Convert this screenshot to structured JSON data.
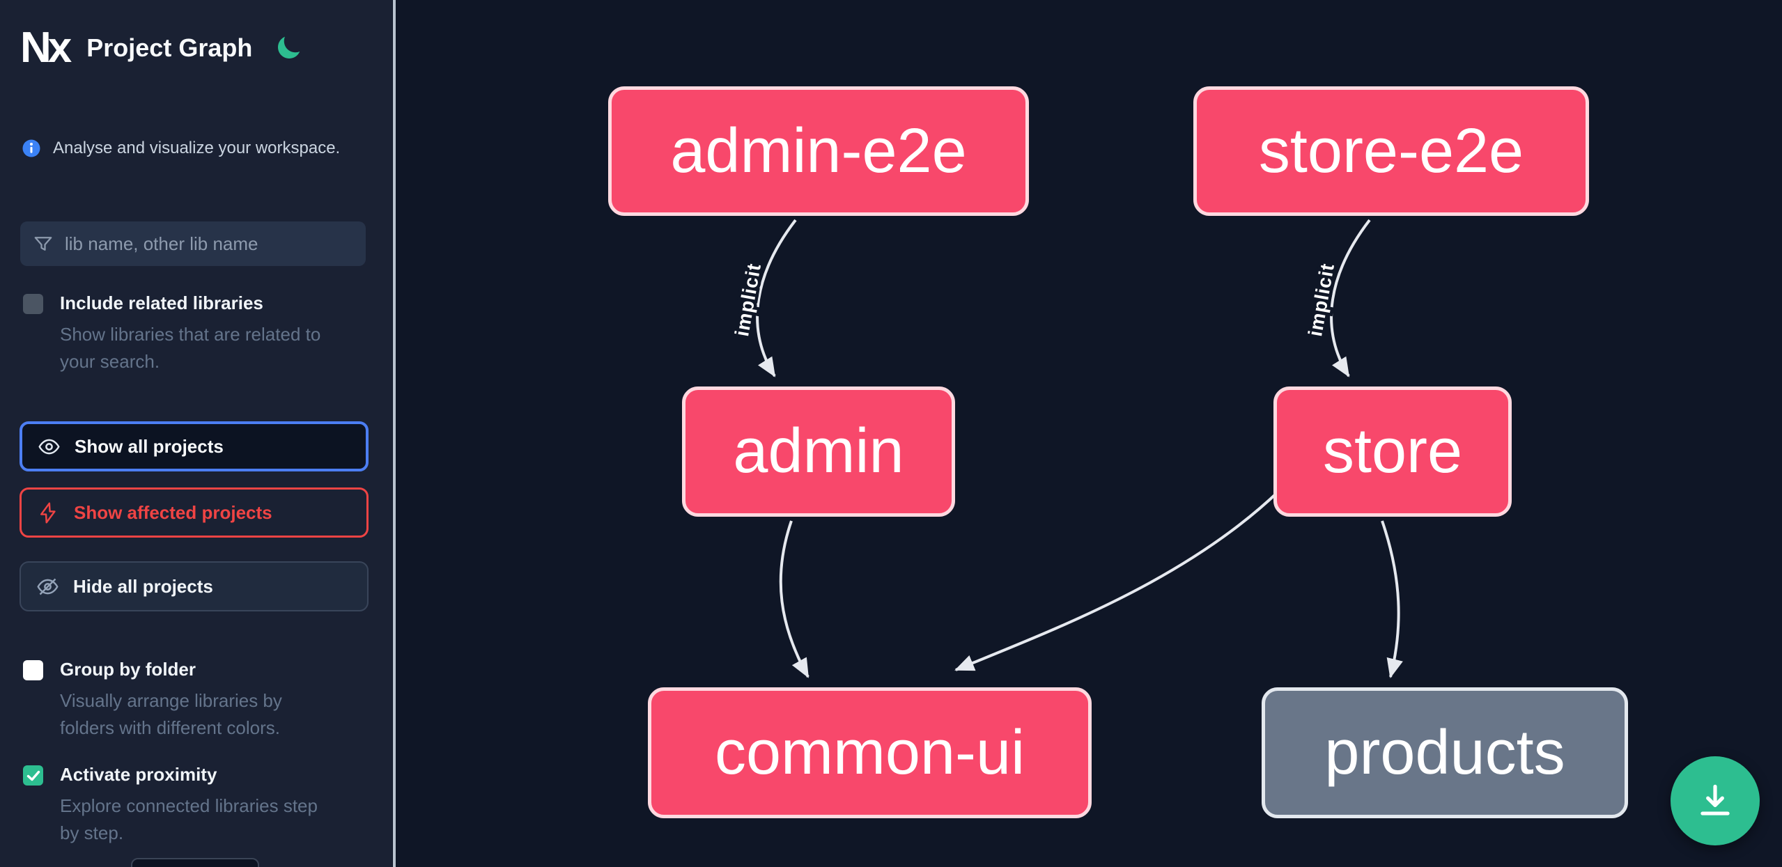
{
  "header": {
    "logo_text": "Nx",
    "title": "Project Graph"
  },
  "sidebar": {
    "info": {
      "text": "Analyse and visualize your workspace."
    },
    "search": {
      "placeholder": "lib name, other lib name",
      "value": ""
    },
    "include_related": {
      "label": "Include related libraries",
      "description": "Show libraries that are related to\nyour search.",
      "checked": false
    },
    "actions": {
      "show_all": {
        "label": "Show all projects"
      },
      "show_affected": {
        "label": "Show affected projects"
      },
      "hide_all": {
        "label": "Hide all projects"
      }
    },
    "group_by_folder": {
      "label": "Group by folder",
      "description": "Visually arrange libraries by\nfolders with different colors.",
      "checked": false
    },
    "activate_proximity": {
      "label": "Activate proximity",
      "description": "Explore connected libraries step\nby step.",
      "checked": true
    }
  },
  "graph": {
    "nodes": [
      {
        "id": "admin-e2e",
        "label": "admin-e2e",
        "state": "affected"
      },
      {
        "id": "store-e2e",
        "label": "store-e2e",
        "state": "affected"
      },
      {
        "id": "admin",
        "label": "admin",
        "state": "affected"
      },
      {
        "id": "store",
        "label": "store",
        "state": "affected"
      },
      {
        "id": "common-ui",
        "label": "common-ui",
        "state": "affected"
      },
      {
        "id": "products",
        "label": "products",
        "state": "default"
      }
    ],
    "edges": [
      {
        "source": "admin-e2e",
        "target": "admin",
        "label": "implicit"
      },
      {
        "source": "store-e2e",
        "target": "store",
        "label": "implicit"
      },
      {
        "source": "admin",
        "target": "common-ui",
        "label": ""
      },
      {
        "source": "store",
        "target": "common-ui",
        "label": ""
      },
      {
        "source": "store",
        "target": "products",
        "label": ""
      }
    ]
  },
  "colors": {
    "affected_node": "#f8486b",
    "default_node": "#697689",
    "accent_green": "#2dbe90",
    "focus_blue": "#4c7ef3",
    "affected_red": "#ef4444",
    "sidebar_bg": "#1a2133",
    "canvas_bg": "#0f1626"
  }
}
